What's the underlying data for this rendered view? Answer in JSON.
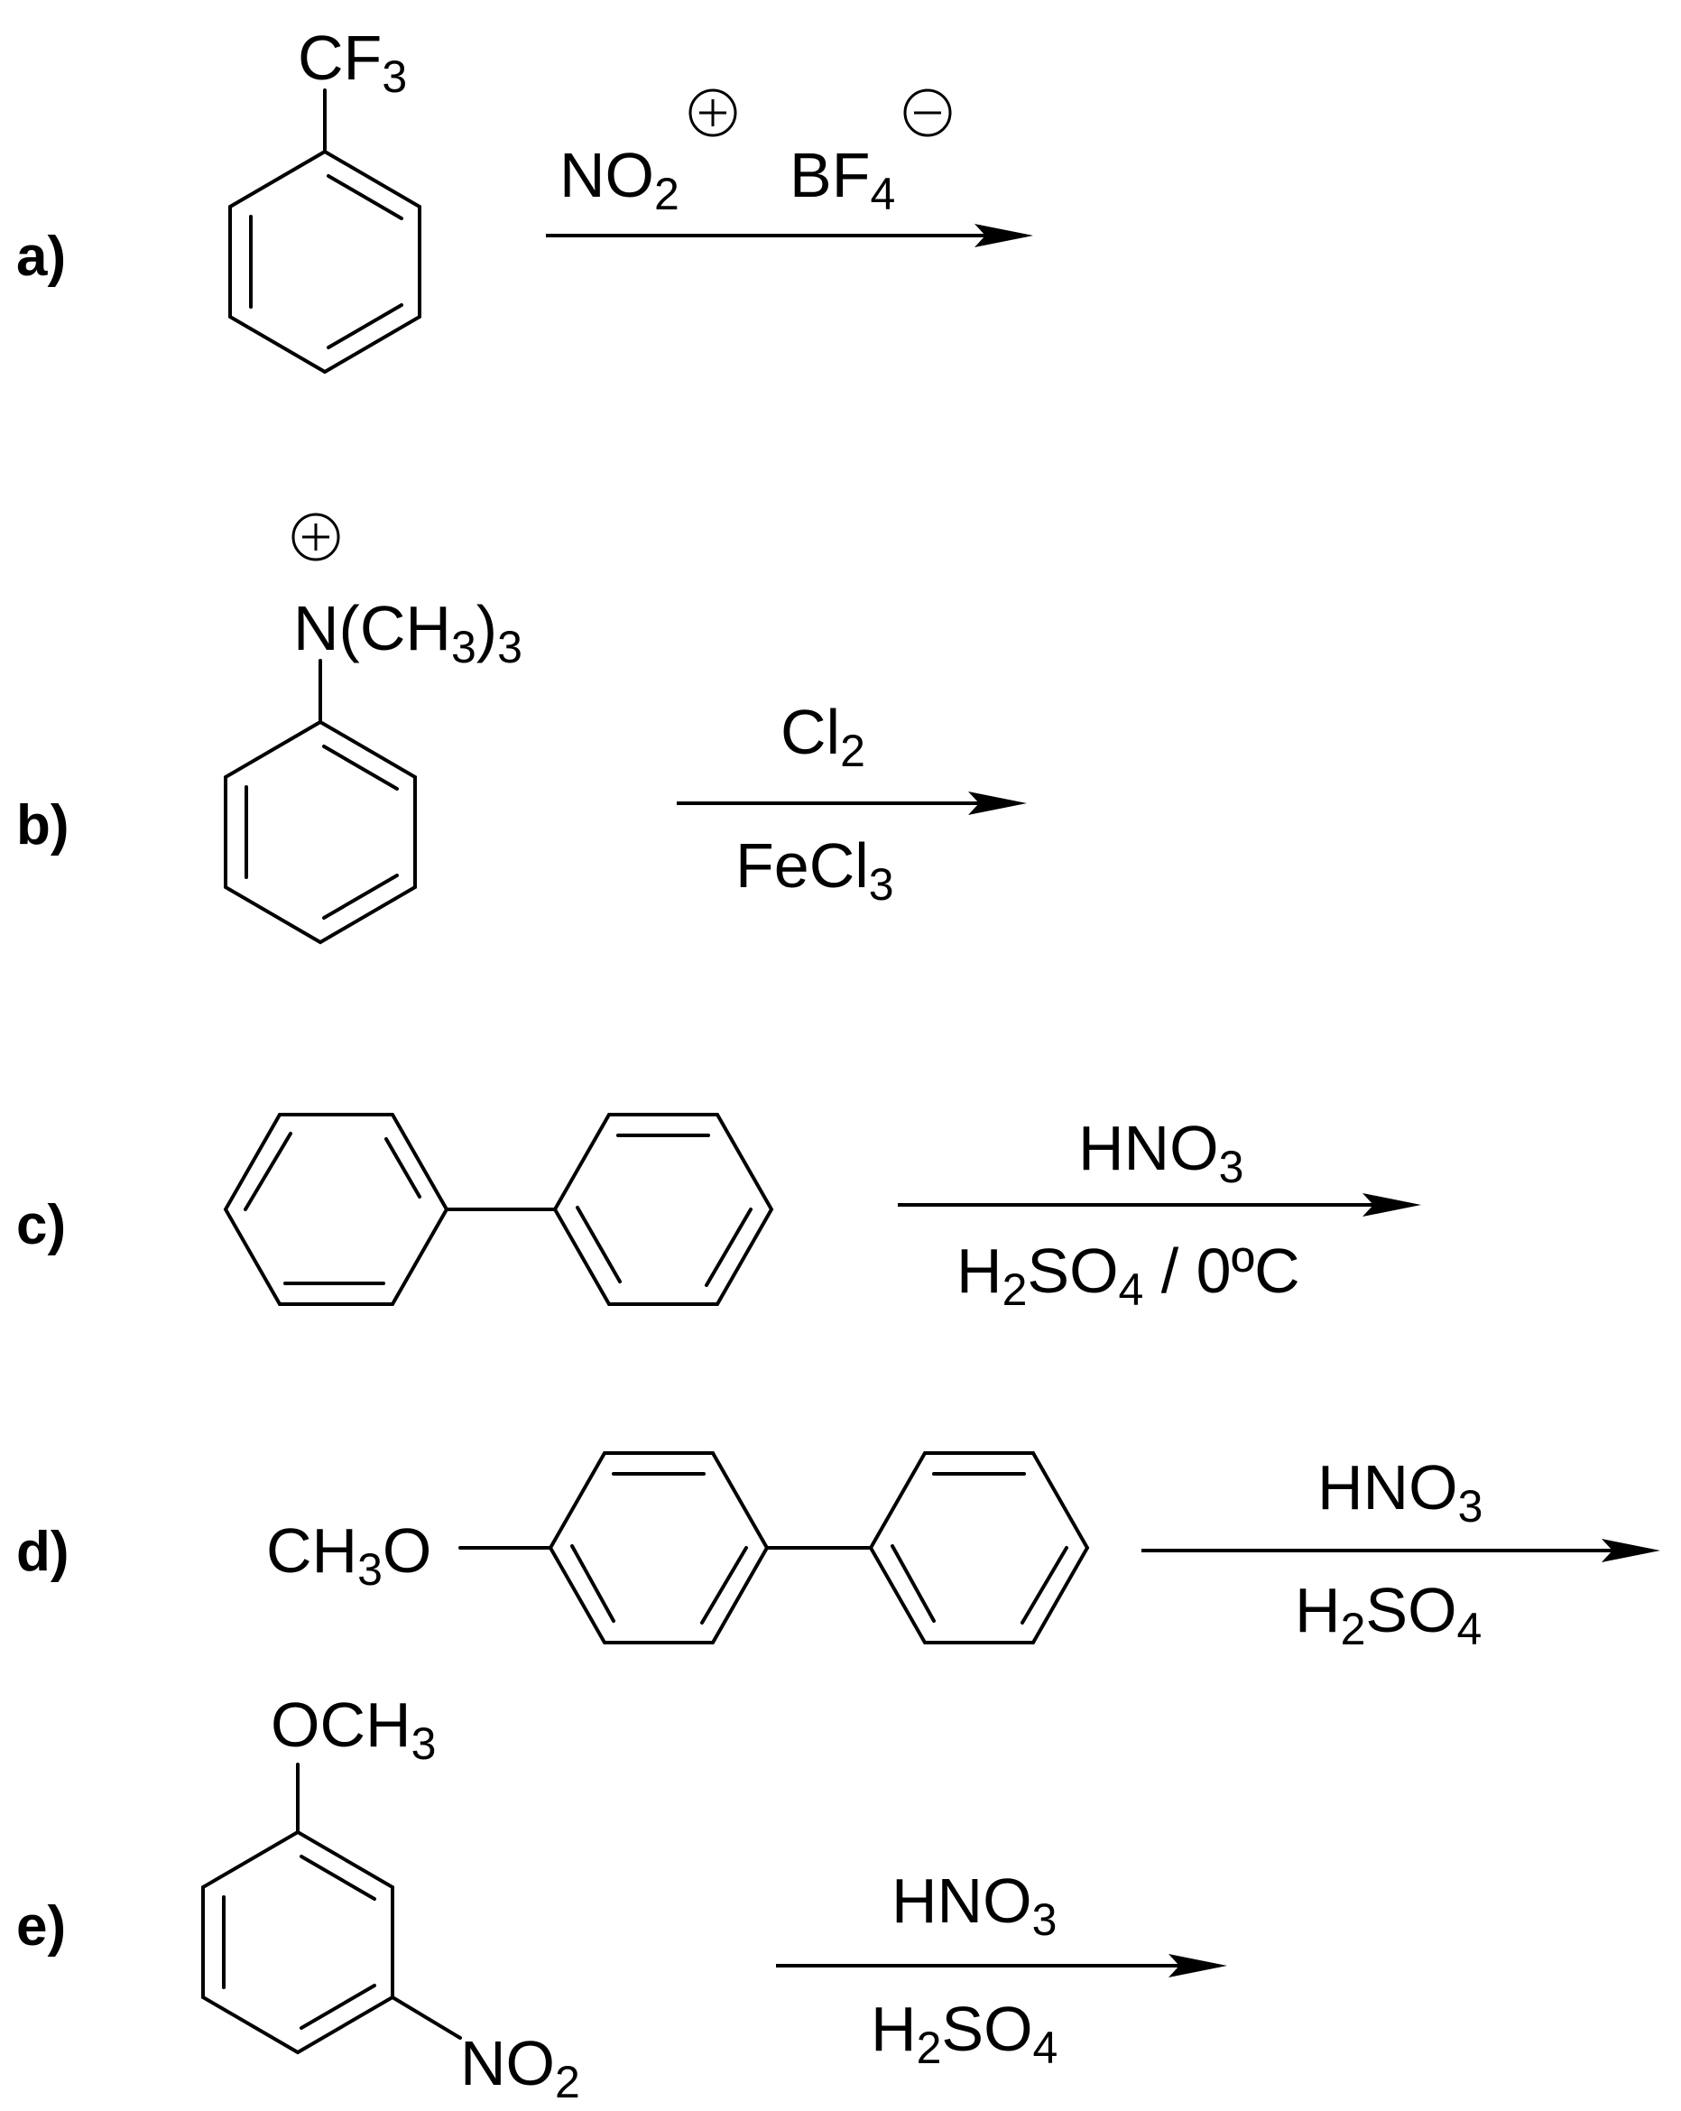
{
  "reactions": [
    {
      "id": "a",
      "label": "a)",
      "substituent": "CF3",
      "reagent_top": "NO2+ BF4−",
      "reagent_bottom": ""
    },
    {
      "id": "b",
      "label": "b)",
      "substituent": "N(CH3)3 +",
      "reagent_top": "Cl2",
      "reagent_bottom": "FeCl3"
    },
    {
      "id": "c",
      "label": "c)",
      "substituent": "",
      "reagent_top": "HNO3",
      "reagent_bottom": "H2SO4 / 0ºC"
    },
    {
      "id": "d",
      "label": "d)",
      "substituent": "CH3O",
      "reagent_top": "HNO3",
      "reagent_bottom": "H2SO4"
    },
    {
      "id": "e",
      "label": "e)",
      "substituent": "OCH3, NO2",
      "reagent_top": "HNO3",
      "reagent_bottom": "H2SO4"
    }
  ],
  "text": {
    "a_label": "a)",
    "b_label": "b)",
    "c_label": "c)",
    "d_label": "d)",
    "e_label": "e)",
    "a_cf": "CF",
    "a_3": "3",
    "a_no": "NO",
    "a_2": "2",
    "a_bf": "BF",
    "a_4": "4",
    "b_n": "N(CH",
    "b_3a": "3",
    "b_paren": ")",
    "b_3b": "3",
    "b_cl": "Cl",
    "b_2": "2",
    "b_fecl": "FeCl",
    "b_3c": "3",
    "c_hno": "HNO",
    "c_3": "3",
    "c_h": "H",
    "c_2": "2",
    "c_so": "SO",
    "c_4": "4",
    "c_rest": " / 0ºC",
    "d_ch": "CH",
    "d_3": "3",
    "d_o": "O",
    "d_hno": "HNO",
    "d_3b": "3",
    "d_h": "H",
    "d_2": "2",
    "d_so": "SO",
    "d_4": "4",
    "e_och": "OCH",
    "e_3": "3",
    "e_no": "NO",
    "e_2": "2",
    "e_hno": "HNO",
    "e_3b": "3",
    "e_h": "H",
    "e_2b": "2",
    "e_so": "SO",
    "e_4": "4"
  }
}
